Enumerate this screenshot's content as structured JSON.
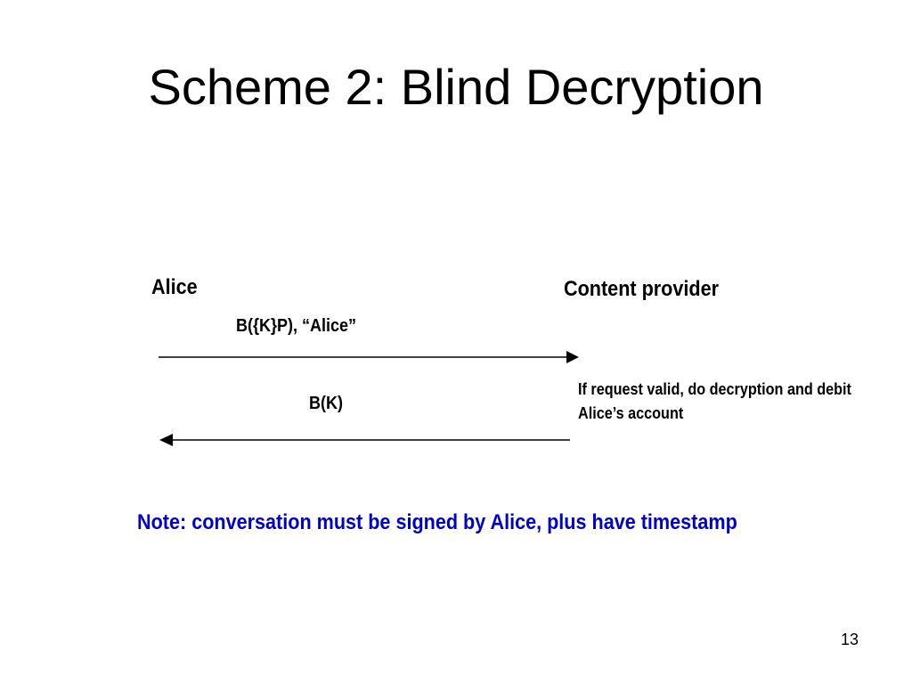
{
  "slide": {
    "title": "Scheme 2: Blind Decryption",
    "page_number": "13"
  },
  "diagram": {
    "parties": {
      "left": "Alice",
      "right": "Content provider"
    },
    "messages": [
      {
        "label": "B({K}P), “Alice”",
        "direction": "left-to-right"
      },
      {
        "label": "B(K)",
        "direction": "right-to-left"
      }
    ],
    "provider_action": "If request valid, do decryption and debit Alice’s account"
  },
  "note": {
    "text": "Note: conversation must be signed by Alice, plus have timestamp",
    "color": "#0000cc"
  }
}
